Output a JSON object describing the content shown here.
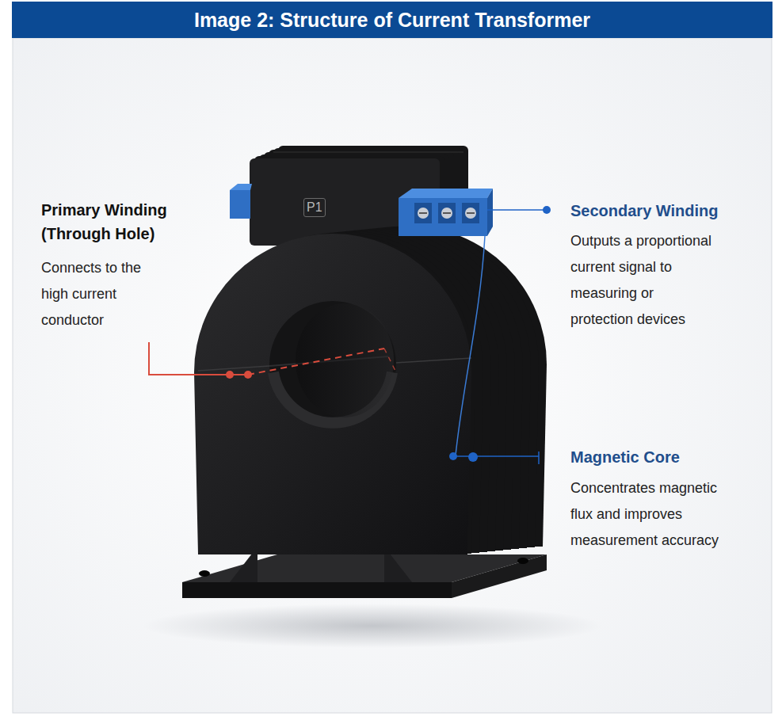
{
  "diagram": {
    "title": "Image 2: Structure of Current Transformer",
    "labels": [
      "Primary Winding (Through Hole)",
      "Connects to the high current conductor",
      "P1",
      "Secondary Winding",
      "Outputs a proportional current signal to measuring or protection devices",
      "Magnetic Core",
      "Concentrates magnetic flux and improves measurement accuracy"
    ]
  }
}
